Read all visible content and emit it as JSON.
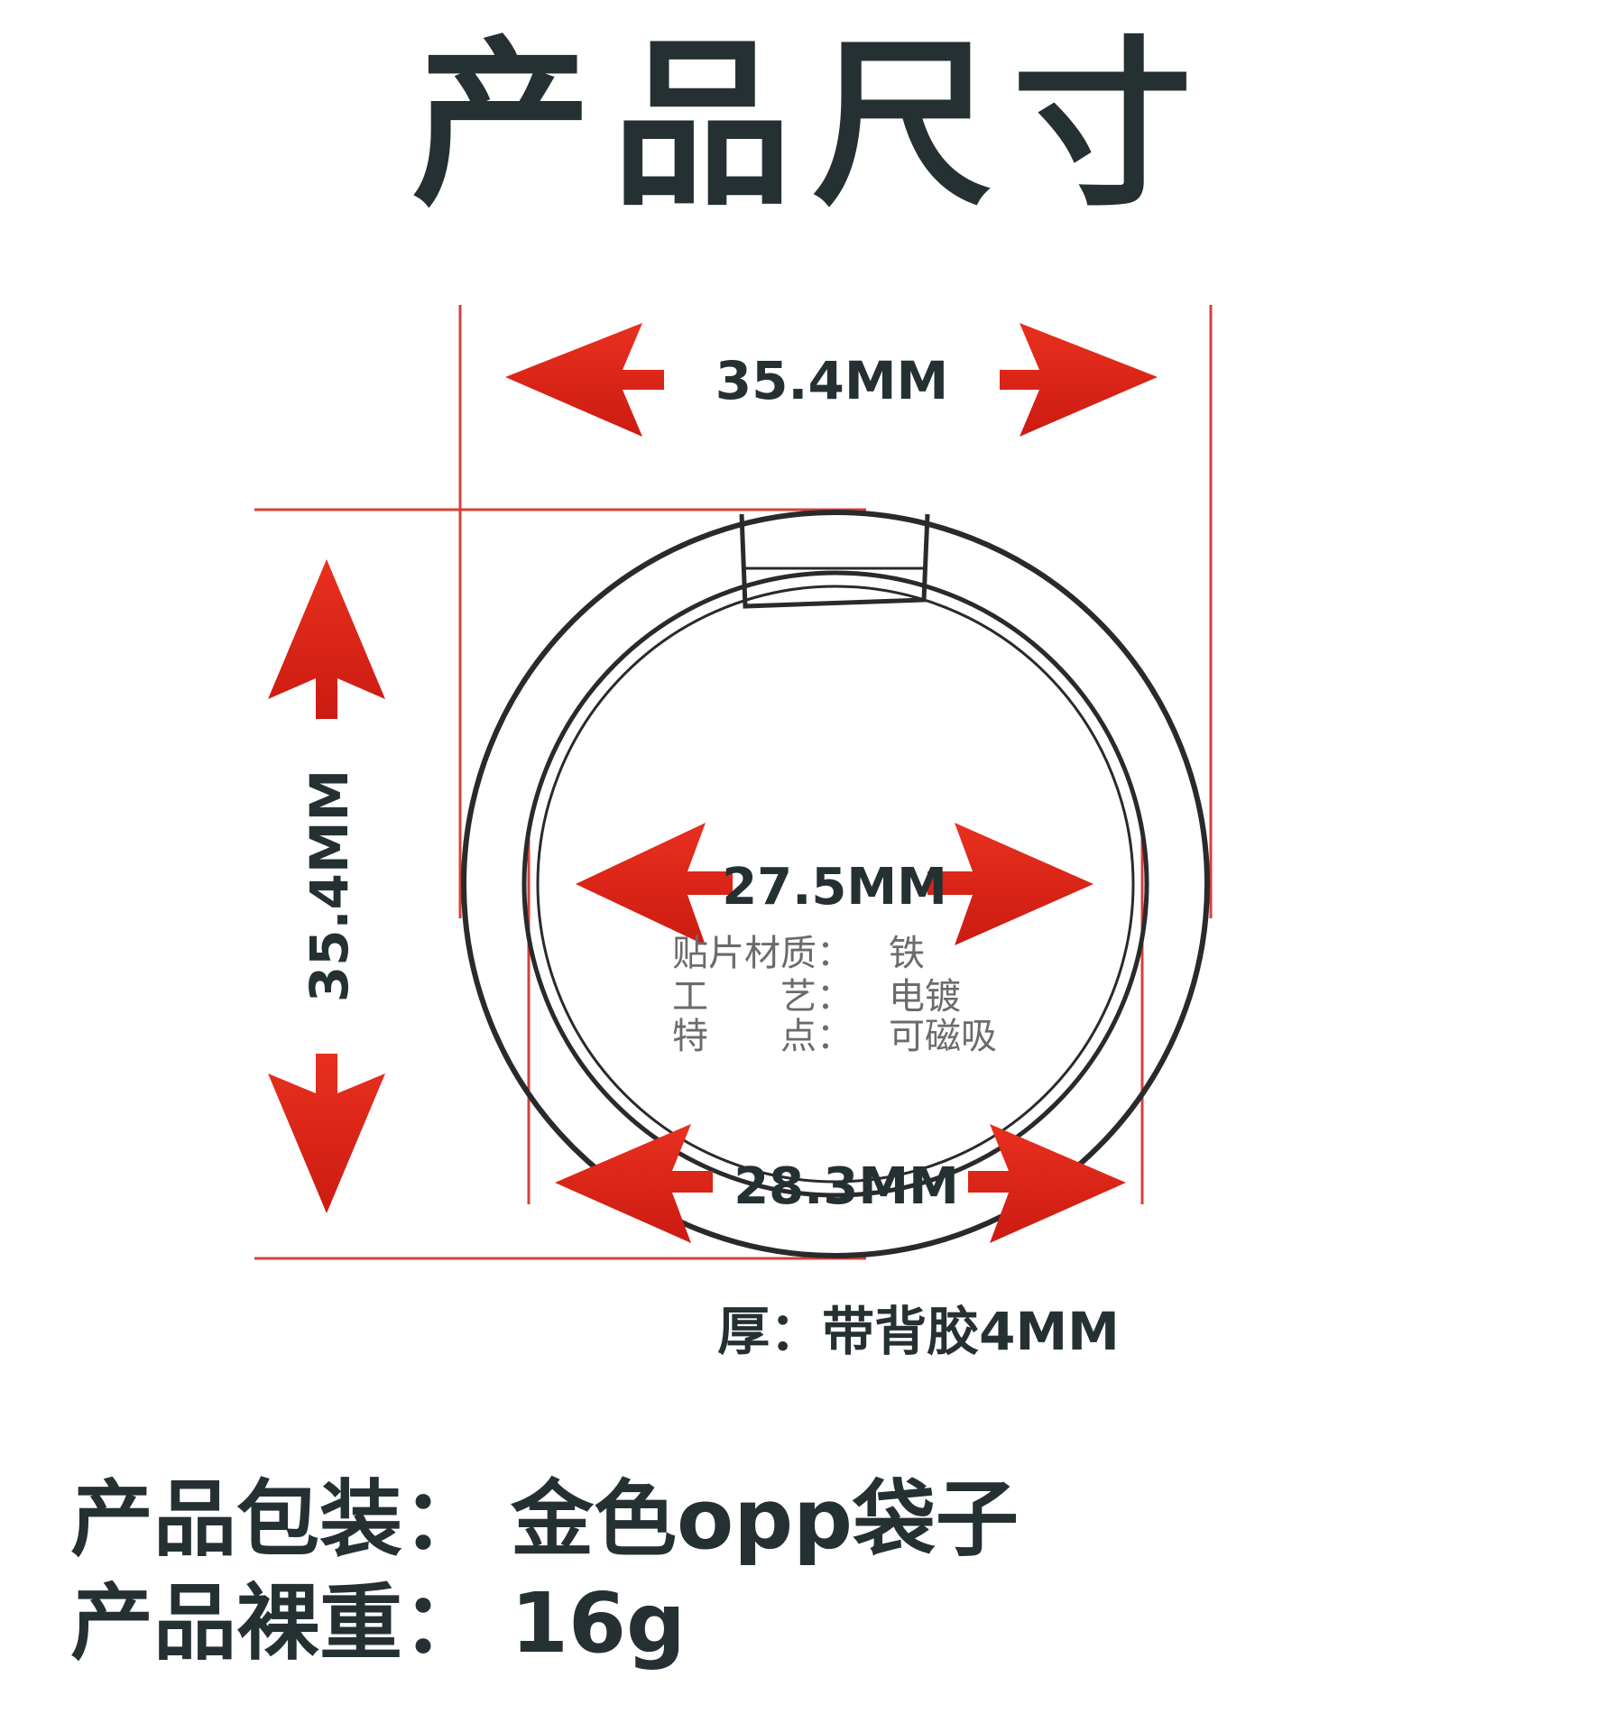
{
  "title": "产品尺寸",
  "dimensions": {
    "outer_width": "35.4MM",
    "outer_height": "35.4MM",
    "inner_diameter": "27.5MM",
    "bottom_width": "28.3MM",
    "thickness": "厚：带背胶4MM"
  },
  "specs": [
    {
      "label": "贴片材质：",
      "value": "铁"
    },
    {
      "label": "工　　艺：",
      "value": "电镀"
    },
    {
      "label": "特　　点：",
      "value": "可磁吸"
    }
  ],
  "info": {
    "packaging_label": "产品包装：",
    "packaging_value": "金色opp袋子",
    "weight_label": "产品裸重：",
    "weight_value": "16g"
  },
  "colors": {
    "arrow": "#dd2518",
    "guide_line": "#d6403a",
    "text": "#253033",
    "ring": "#2a2a2a"
  }
}
